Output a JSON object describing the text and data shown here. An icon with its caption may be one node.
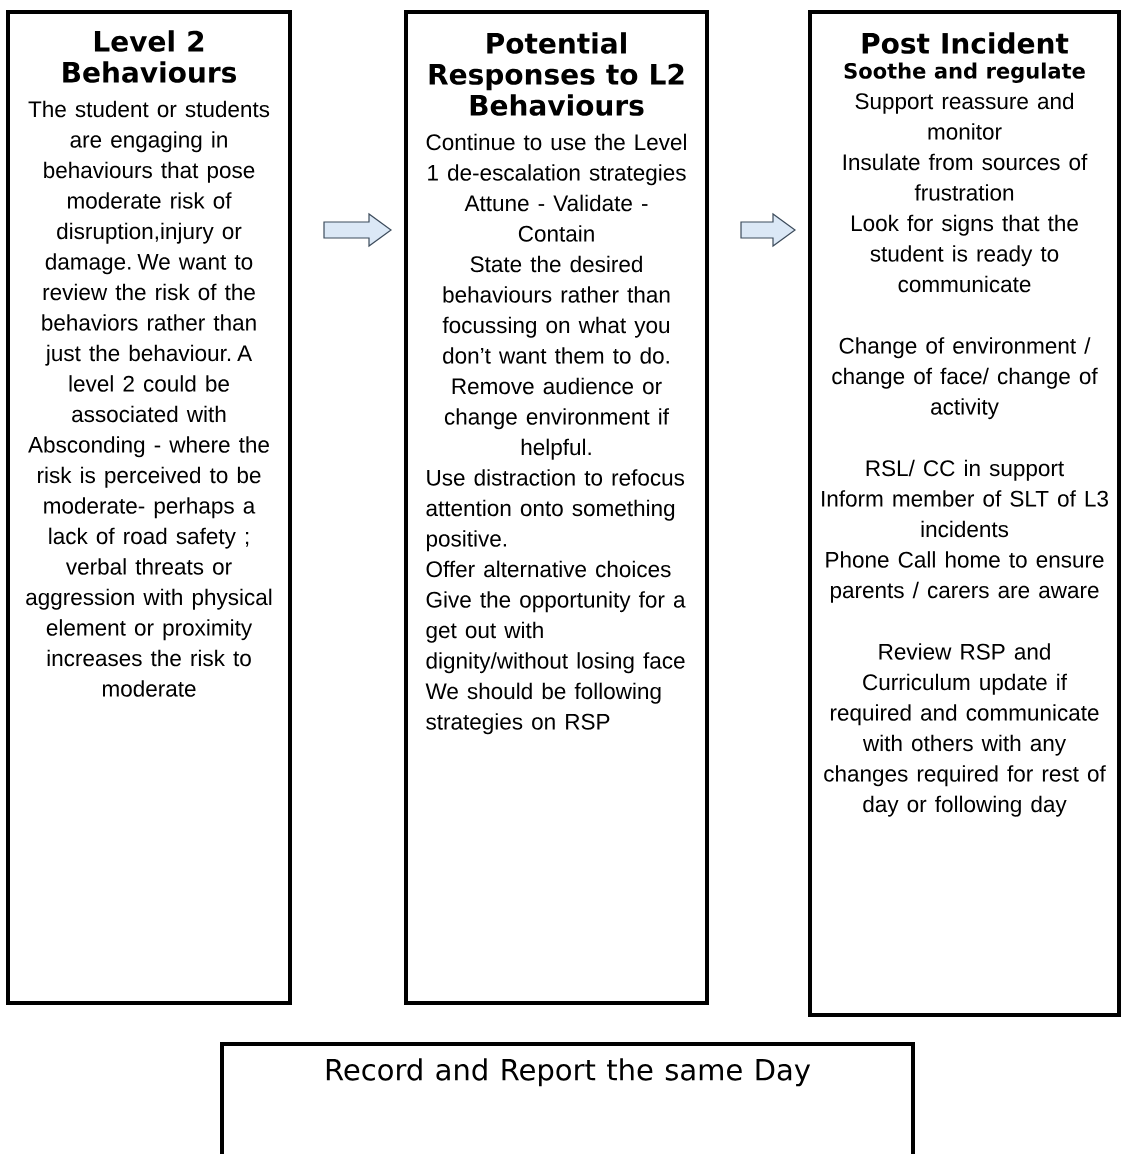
{
  "diagram": {
    "nodes": [
      {
        "text": [
          "Level 2 Behaviours",
          "The student or students are engaging in behaviours that pose moderate risk of disruption,injury or damage. We want to review the risk of the behaviors rather than just the behaviour. A level 2 could be associated with Absconding - where the risk is perceived to be moderate- perhaps a lack of road safety ; verbal threats or aggression with physical element or proximity increases the risk to moderate"
        ]
      },
      {
        "text": [
          "Potential Responses to L2 Behaviours",
          "Continue to use the Level 1 de-escalation strategies",
          "Attune - Validate - Contain",
          "State the desired behaviours rather than focussing on what you don’t want them to do.",
          "Remove audience or change environment if helpful.",
          "Use distraction to refocus attention onto something positive.",
          "Offer alternative choices",
          "Give the opportunity for a get out with dignity/without losing face",
          "We should be following strategies on RSP"
        ]
      },
      {
        "text": [
          "Post Incident",
          "Soothe and regulate",
          "Support reassure and monitor",
          "Insulate from sources of frustration",
          "Look for signs that the student is ready to communicate",
          "Change of environment / change of face/ change of activity",
          "RSL/ CC in support",
          "Inform member of SLT of L3 incidents",
          "Phone Call home to ensure parents / carers are aware",
          "Review RSP and Curriculum update if required and communicate with others with any changes required for rest of day or following day"
        ]
      },
      {
        "text": [
          "Record and Report the same Day"
        ]
      }
    ],
    "edges": [
      {
        "from": 0,
        "to": 1,
        "arrow": "to"
      },
      {
        "from": 1,
        "to": 2,
        "arrow": "to"
      }
    ]
  }
}
